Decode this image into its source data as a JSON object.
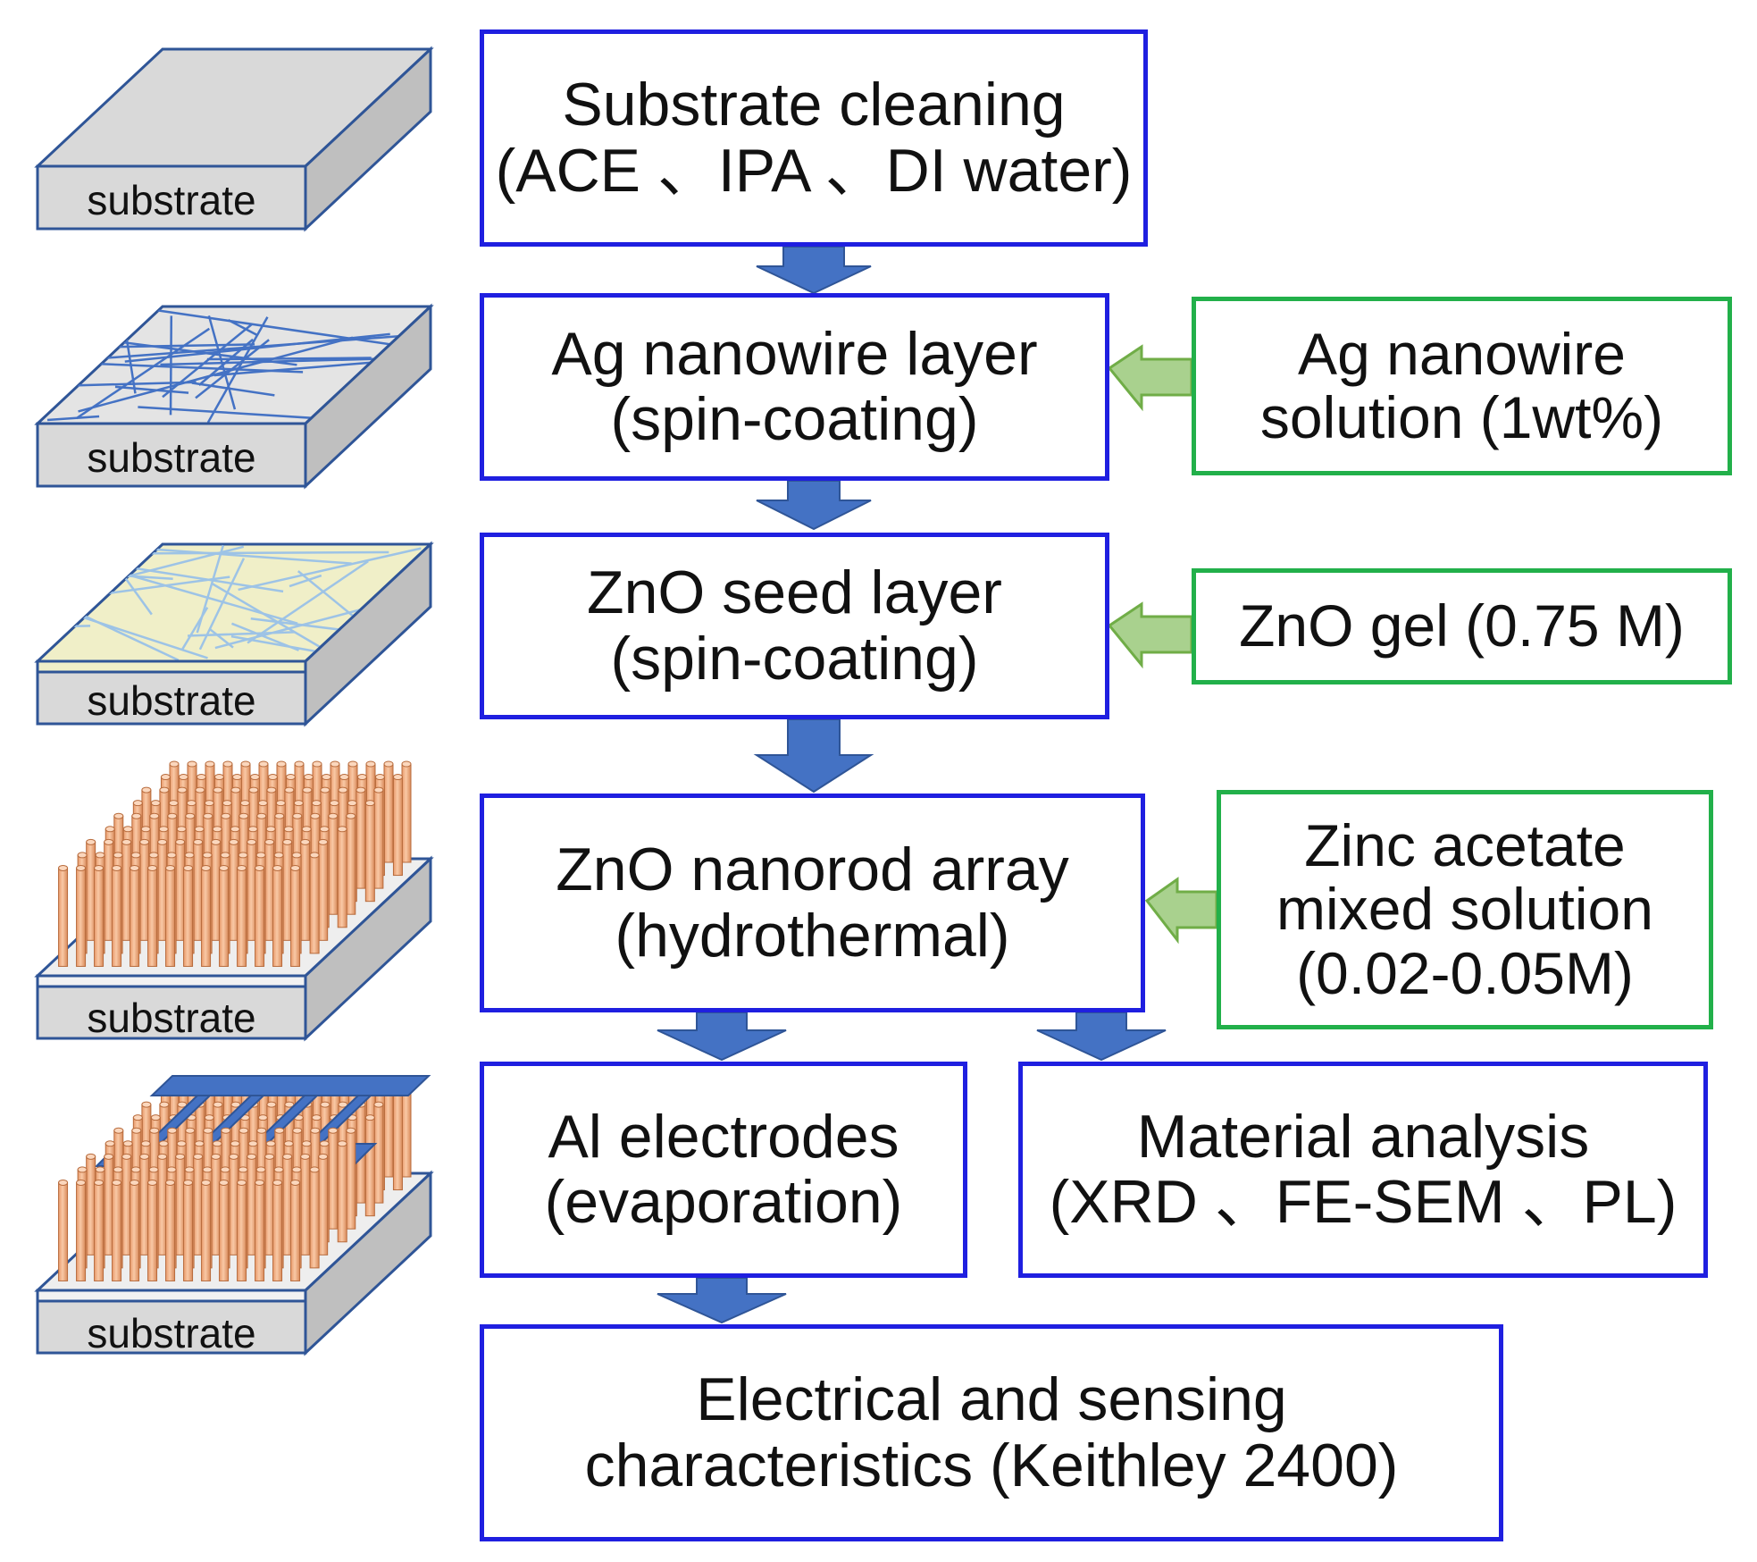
{
  "illustrations": [
    {
      "label": "substrate",
      "layer": "bare"
    },
    {
      "label": "substrate",
      "layer": "ag-nanowire"
    },
    {
      "label": "substrate",
      "layer": "zno-seed"
    },
    {
      "label": "substrate",
      "layer": "zno-nanorods"
    },
    {
      "label": "substrate",
      "layer": "al-electrodes"
    }
  ],
  "steps": {
    "cleaning": {
      "line1": "Substrate cleaning",
      "line2": "(ACE 、IPA 、DI water)"
    },
    "ag_layer": {
      "line1": "Ag nanowire layer",
      "line2": "(spin-coating)"
    },
    "zno_seed": {
      "line1": "ZnO seed layer",
      "line2": "(spin-coating)"
    },
    "zno_nanorod": {
      "line1": "ZnO nanorod array",
      "line2": "(hydrothermal)"
    },
    "al_electrodes": {
      "line1": "Al electrodes",
      "line2": "(evaporation)"
    },
    "material_analysis": {
      "line1": "Material analysis",
      "line2": "(XRD 、FE-SEM 、PL)"
    },
    "electrical": {
      "line1": "Electrical and sensing",
      "line2": "characteristics (Keithley 2400)"
    }
  },
  "inputs": {
    "ag_solution": {
      "line1": "Ag nanowire",
      "line2": "solution (1wt%)"
    },
    "zno_gel": {
      "line1": "ZnO gel (0.75 M)"
    },
    "zinc_acetate": {
      "line1": "Zinc acetate",
      "line2": "mixed solution",
      "line3": "(0.02-0.05M)"
    }
  },
  "colors": {
    "step_border": "#1f1fe0",
    "input_border": "#22b04a",
    "flow_arrow": "#4472c4",
    "input_arrow": "#a9d18e",
    "substrate_top": "#d9d9d9",
    "substrate_side": "#bfbfbf",
    "substrate_edge": "#2f5597",
    "nanowire": "#4472c4",
    "seed_layer": "#f0efc8",
    "nanorod": "#f4b183",
    "electrode": "#4472c4"
  }
}
